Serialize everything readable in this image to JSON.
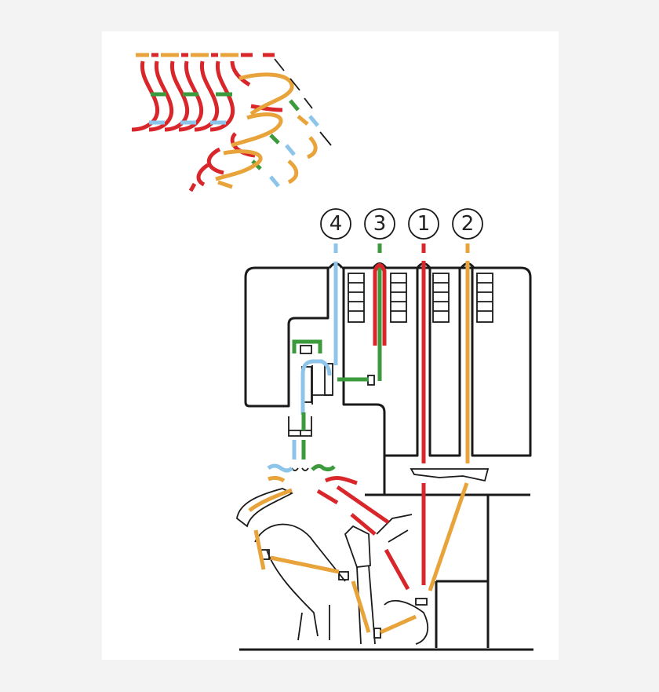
{
  "diagram": {
    "thread_labels": [
      {
        "label": "4",
        "color": "#8cc4ea"
      },
      {
        "label": "3",
        "color": "#3a9a3c"
      },
      {
        "label": "1",
        "color": "#d8262b"
      },
      {
        "label": "2",
        "color": "#e8a33a"
      }
    ],
    "colors": {
      "red": "#d8262b",
      "orange": "#e8a33a",
      "green": "#3a9a3c",
      "blue": "#8cc4ea",
      "outline": "#1a1a1a"
    }
  }
}
